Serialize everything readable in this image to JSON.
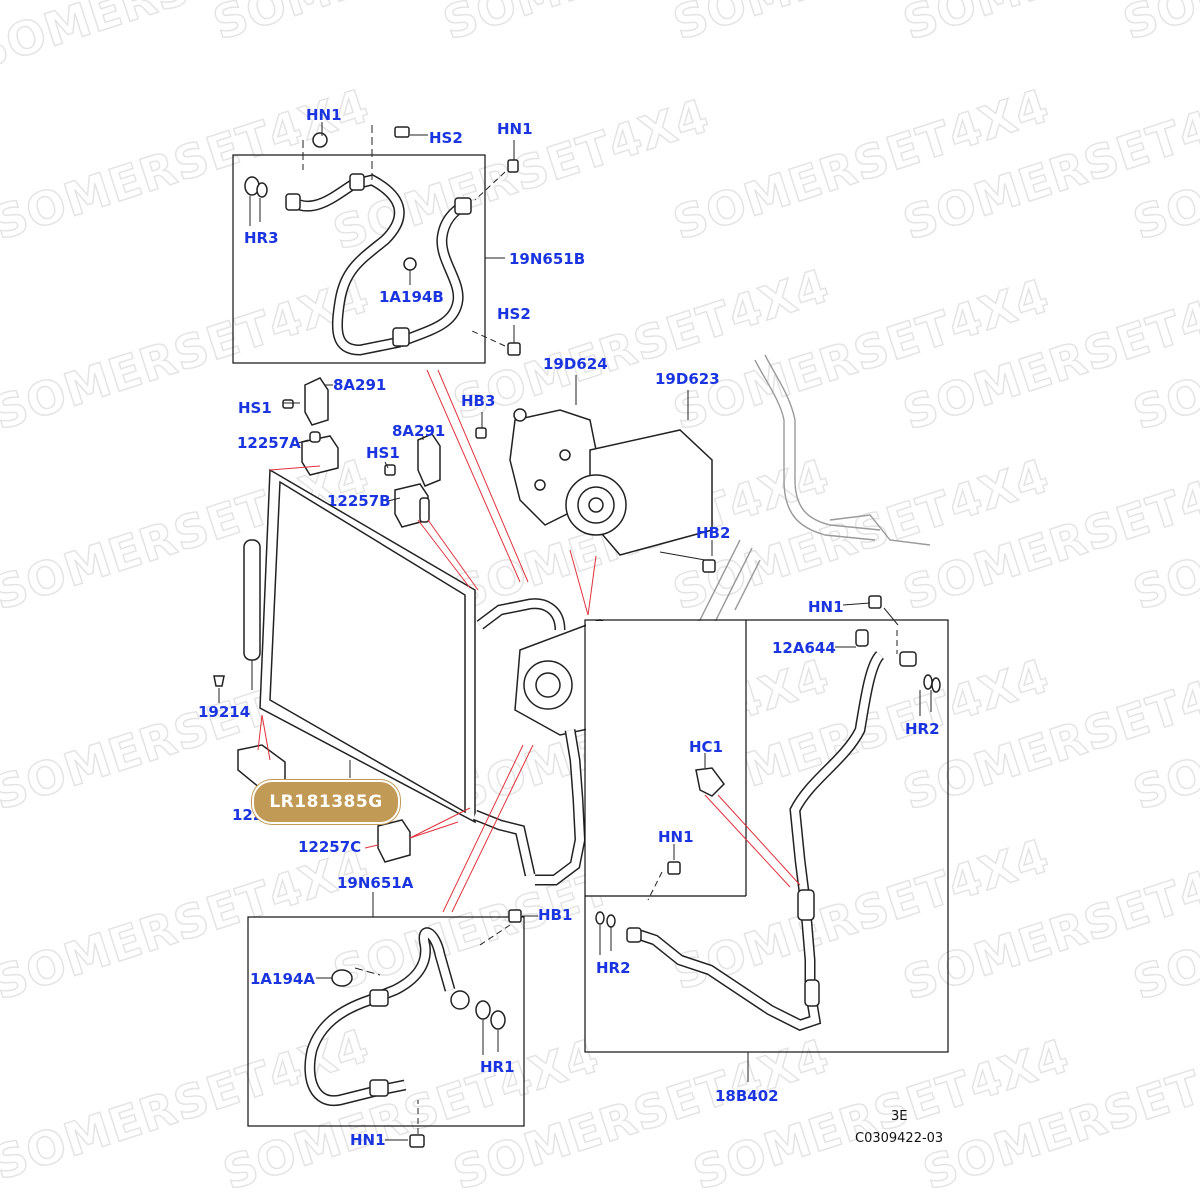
{
  "watermark": {
    "text": "SOMERSET4X4",
    "color": "#e3e3e3"
  },
  "badge": {
    "text": "LR181385G",
    "color": "#c19a55"
  },
  "label_color": "#1a35e0",
  "leader_red": "#e0323c",
  "labels": {
    "hn1_top": "HN1",
    "hs2_top": "HS2",
    "hn1_top_right": "HN1",
    "hr3": "HR3",
    "p19n651b": "19N651B",
    "p1a194b": "1A194B",
    "hs2_mid": "HS2",
    "p8a291_a": "8A291",
    "hs1_a": "HS1",
    "p12257a": "12257A",
    "p8a291_b": "8A291",
    "hs1_b": "HS1",
    "p12257b": "12257B",
    "p19d624": "19D624",
    "p19d623": "19D623",
    "hb3": "HB3",
    "hb2": "HB2",
    "p19214": "19214",
    "p12257d": "12257D",
    "hn1_right": "HN1",
    "p12a644": "12A644",
    "hr2_right": "HR2",
    "hc1": "HC1",
    "hn1_center": "HN1",
    "p12257c": "12257C",
    "p19n651a": "19N651A",
    "hb1": "HB1",
    "p1a194a": "1A194A",
    "hr2_low": "HR2",
    "hr1": "HR1",
    "hn1_bottom": "HN1",
    "p18b402": "18B402"
  },
  "footer": {
    "revision": "3E",
    "illustration_code": "C0309422-03"
  }
}
